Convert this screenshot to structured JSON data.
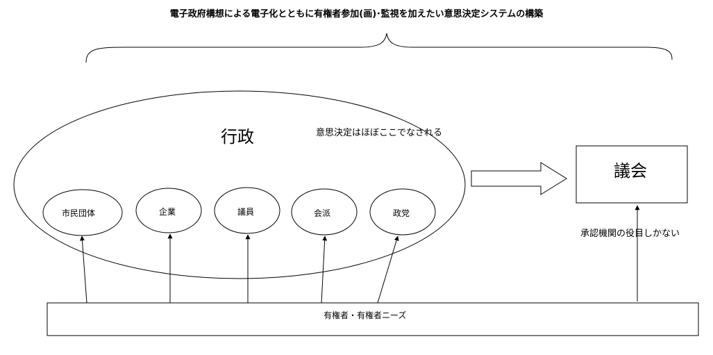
{
  "title": "電子政府構想による電子化とともに有権者参加(画)･監視を加えたい意思決定システムの構築",
  "gyosei": {
    "label": "行政",
    "note": "意思決定はほぼここでなされる",
    "members": [
      "市民団体",
      "企業",
      "議員",
      "会派",
      "政党"
    ]
  },
  "gikai": {
    "label": "議会",
    "note": "承認機関の役目しかない"
  },
  "voters": {
    "label": "有権者・有権者ニーズ"
  }
}
